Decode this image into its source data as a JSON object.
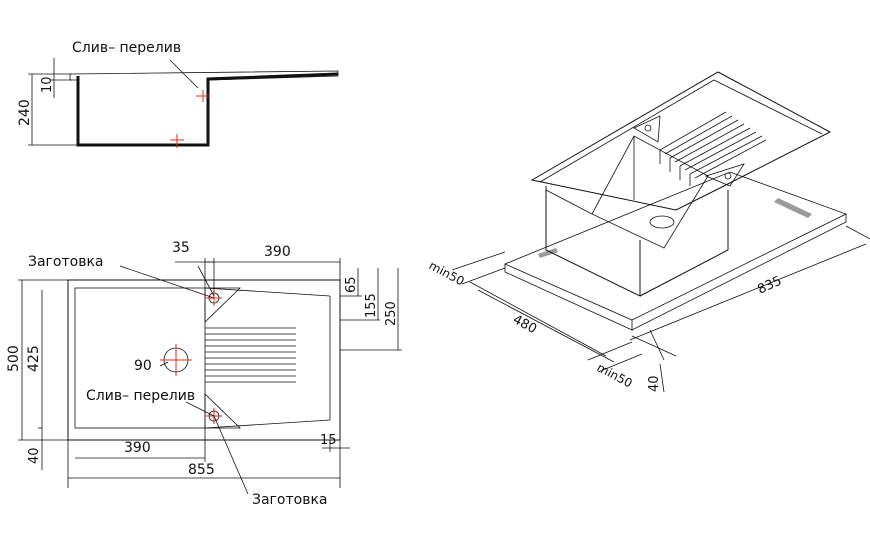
{
  "labels": {
    "overflow_top": "Слив– перелив",
    "blank_top": "Заготовка",
    "drain_label": "Слив– перелив",
    "blank_bottom": "Заготовка"
  },
  "dims": {
    "d10": "10",
    "d240": "240",
    "d35": "35",
    "d390_top": "390",
    "d65": "65",
    "d155": "155",
    "d250": "250",
    "d500": "500",
    "d425": "425",
    "d90": "90",
    "d390_bottom": "390",
    "d15": "15",
    "d40": "40",
    "d855": "855",
    "iso_min50_left": "min50",
    "iso_480": "480",
    "iso_835": "835",
    "iso_min50_right": "min50",
    "iso_40": "40"
  },
  "colors": {
    "line": "#111111",
    "marker": "#e0281e",
    "shade": "#9a9a9a"
  }
}
